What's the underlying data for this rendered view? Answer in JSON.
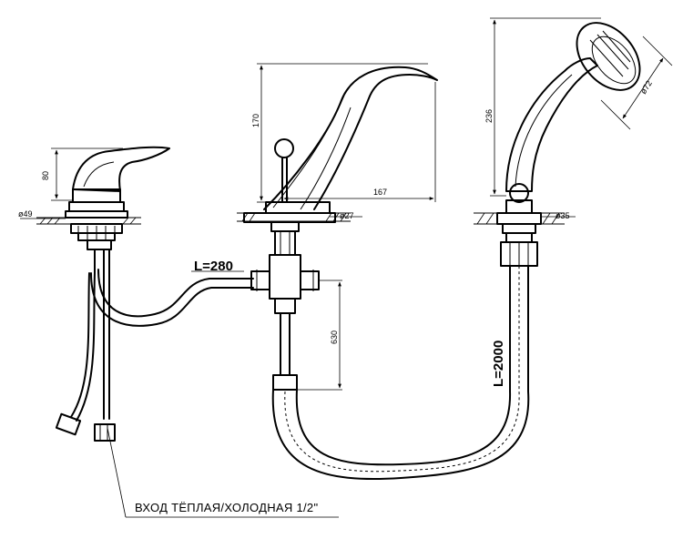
{
  "dimensions": {
    "mixer_height": "80",
    "mixer_diameter": "ø49",
    "spout_height": "170",
    "spout_reach": "167",
    "spout_diameter": "ø27",
    "shower_height": "236",
    "shower_head_diameter": "ø72",
    "shower_diameter": "ø35",
    "diverter_drop": "630"
  },
  "hoses": {
    "connection_hose": "L=280",
    "shower_hose": "L=2000"
  },
  "caption": "ВХОД ТЁПЛАЯ/ХОЛОДНАЯ   1/2\""
}
